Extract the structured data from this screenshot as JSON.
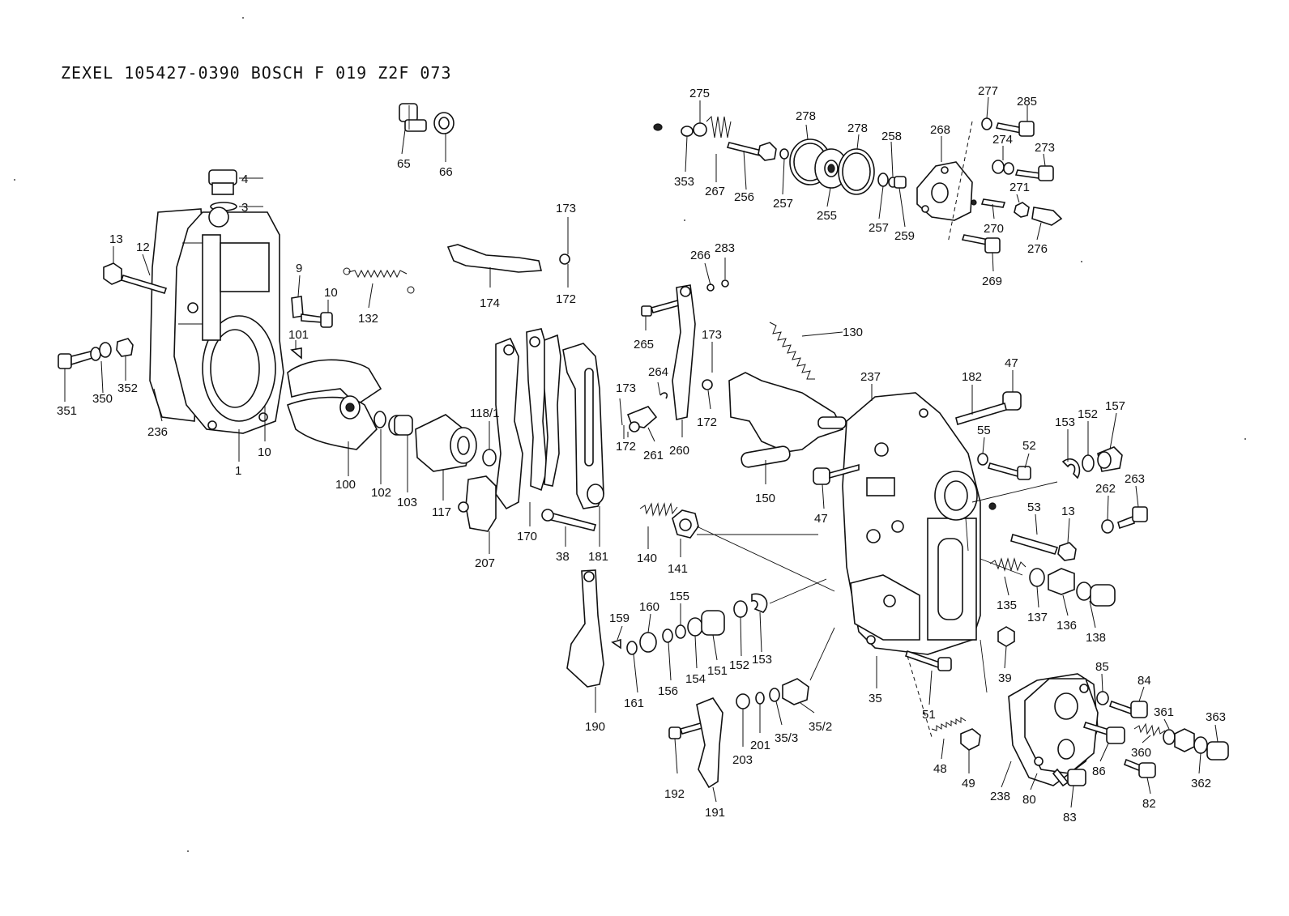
{
  "header": {
    "title": "ZEXEL  105427-0390  BOSCH  F 019 Z2F 073"
  },
  "labels": {
    "p1": "1",
    "p3": "3",
    "p4": "4",
    "p9": "9",
    "p10a": "10",
    "p10b": "10",
    "p12": "12",
    "p13a": "13",
    "p13b": "13",
    "p35": "35",
    "p35_2": "35/2",
    "p35_3": "35/3",
    "p38": "38",
    "p39": "39",
    "p47a": "47",
    "p47b": "47",
    "p48": "48",
    "p49": "49",
    "p51": "51",
    "p52": "52",
    "p53": "53",
    "p55": "55",
    "p65": "65",
    "p66": "66",
    "p80": "80",
    "p82": "82",
    "p83": "83",
    "p84": "84",
    "p85": "85",
    "p86": "86",
    "p100": "100",
    "p101": "101",
    "p102": "102",
    "p103": "103",
    "p117": "117",
    "p118_1": "118/1",
    "p130": "130",
    "p132": "132",
    "p135": "135",
    "p136": "136",
    "p137": "137",
    "p138": "138",
    "p140": "140",
    "p141": "141",
    "p150": "150",
    "p151": "151",
    "p152a": "152",
    "p152b": "152",
    "p153a": "153",
    "p153b": "153",
    "p154": "154",
    "p155": "155",
    "p156": "156",
    "p157": "157",
    "p159": "159",
    "p160": "160",
    "p161": "161",
    "p170": "170",
    "p172a": "172",
    "p172b": "172",
    "p172c": "172",
    "p173a": "173",
    "p173b": "173",
    "p173c": "173",
    "p174": "174",
    "p181": "181",
    "p182": "182",
    "p190": "190",
    "p191": "191",
    "p192": "192",
    "p201": "201",
    "p203": "203",
    "p207": "207",
    "p236": "236",
    "p237": "237",
    "p238": "238",
    "p255": "255",
    "p256": "256",
    "p257a": "257",
    "p257b": "257",
    "p258": "258",
    "p259": "259",
    "p260": "260",
    "p261": "261",
    "p262": "262",
    "p263": "263",
    "p264": "264",
    "p265": "265",
    "p266": "266",
    "p267": "267",
    "p268": "268",
    "p269": "269",
    "p270": "270",
    "p271": "271",
    "p273": "273",
    "p274": "274",
    "p275": "275",
    "p276": "276",
    "p277": "277",
    "p278a": "278",
    "p278b": "278",
    "p283": "283",
    "p285": "285",
    "p350": "350",
    "p351": "351",
    "p352": "352",
    "p353": "353",
    "p360": "360",
    "p361": "361",
    "p362": "362",
    "p363": "363"
  }
}
